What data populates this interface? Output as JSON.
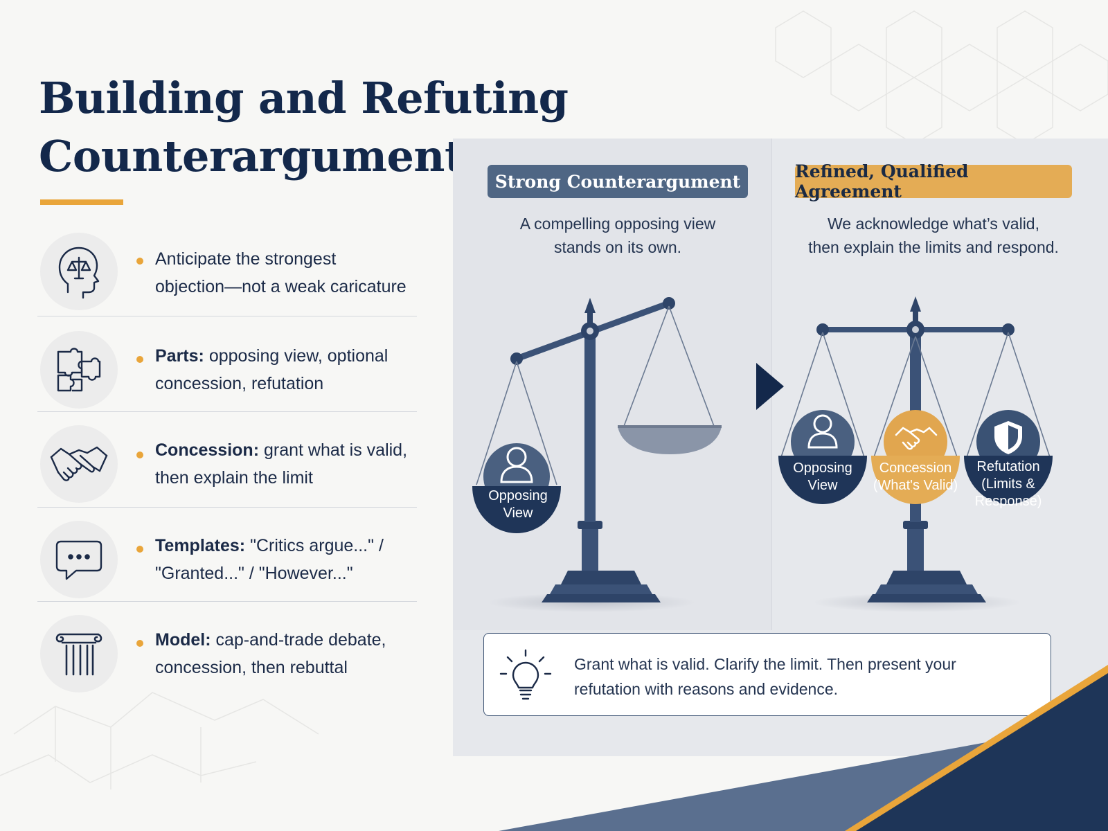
{
  "title": {
    "line1": "Building and Refuting",
    "line2": "Counterarguments"
  },
  "colors": {
    "navy": "#13284b",
    "gold": "#e9a53a",
    "slate": "#4f6684"
  },
  "bullets": [
    {
      "icon": "head-scales-icon",
      "label": "",
      "text_line1": "Anticipate the strongest",
      "text_line2": "objection—not a weak caricature"
    },
    {
      "icon": "puzzle-icon",
      "label": "Parts:",
      "text_line1": " opposing view, optional",
      "text_line2": "concession, refutation"
    },
    {
      "icon": "handshake-icon",
      "label": "Concession:",
      "text_line1": " grant what is valid,",
      "text_line2": "then explain the limit"
    },
    {
      "icon": "speech-bubble-icon",
      "label": "Templates:",
      "text_line1": " \"Critics argue...\" /",
      "text_line2": "\"Granted...\" / \"However...\""
    },
    {
      "icon": "column-icon",
      "label": "Model:",
      "text_line1": " cap-and-trade debate,",
      "text_line2": "concession, then rebuttal"
    }
  ],
  "left_panel": {
    "label": "Strong Counterargument",
    "subtitle_line1": "A compelling opposing view",
    "subtitle_line2": "stands on its own.",
    "pan_label_line1": "Opposing",
    "pan_label_line2": "View"
  },
  "right_panel": {
    "label": "Refined, Qualified Agreement",
    "subtitle_line1": "We acknowledge what’s valid,",
    "subtitle_line2": "then explain the limits and respond.",
    "pans": [
      {
        "icon": "person-icon",
        "line1": "Opposing",
        "line2": "View",
        "line3": ""
      },
      {
        "icon": "handshake-icon",
        "line1": "Concession",
        "line2": "(What's Valid)",
        "line3": ""
      },
      {
        "icon": "shield-icon",
        "line1": "Refutation",
        "line2": "(Limits &",
        "line3": "Response)"
      }
    ]
  },
  "tip": {
    "icon": "lightbulb-icon",
    "line1": "Grant what is valid. Clarify the limit. Then present your",
    "line2": "refutation with reasons and evidence."
  }
}
